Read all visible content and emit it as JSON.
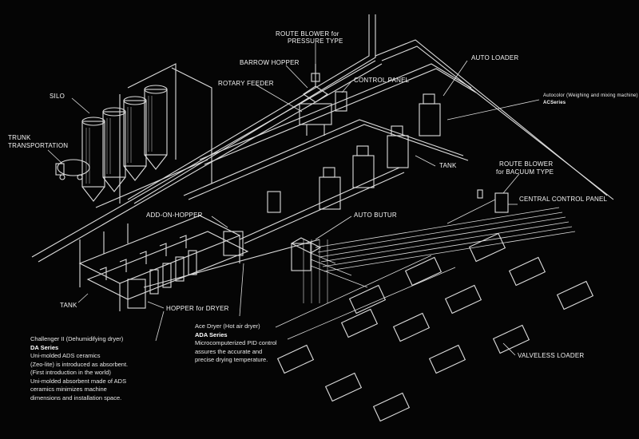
{
  "labels": {
    "silo": "SILO",
    "trunk_1": "TRUNK",
    "trunk_2": "TRANSPORTATION",
    "route_blower_pressure_1": "ROUTE BLOWER for",
    "route_blower_pressure_2": "PRESSURE TYPE",
    "barrow_hopper": "BARROW HOPPER",
    "rotary_feeder": "ROTARY FEEDER",
    "control_panel": "CONTROL PANEL",
    "auto_loader": "AUTO LOADER",
    "autocolor_1": "Autocolor (Weighing and mixing machine)",
    "autocolor_2": "ACSeries",
    "tank_upper": "TANK",
    "route_blower_vacuum_1": "ROUTE BLOWER",
    "route_blower_vacuum_2": "for BACUUM TYPE",
    "central_control_panel": "CENTRAL CONTROL PANEL",
    "add_on_hopper": "ADD-ON-HOPPER",
    "auto_butur": "AUTO BUTUR",
    "tank_lower": "TANK",
    "hopper_for_dryer": "HOPPER for DRYER",
    "valveless_loader": "VALVELESS LOADER"
  },
  "descriptions": {
    "challenger": {
      "title": "Challenger II (Dehumidifying dryer)",
      "series": "DA Series",
      "lines": [
        "Uni-molded ADS ceramics",
        "(Zeo-lite) is introduced as absorbent.",
        "(First introduction in the world)",
        "Uni-molded absorbent made of ADS",
        "ceramics minimizes machine",
        "dimensions and installation space."
      ]
    },
    "ace": {
      "title": "Ace Dryer (Hot air dryer)",
      "series": "ADA Series",
      "lines": [
        "Microcomputerized PID control",
        "assures the accurate and",
        "precise drying temperature."
      ]
    }
  }
}
